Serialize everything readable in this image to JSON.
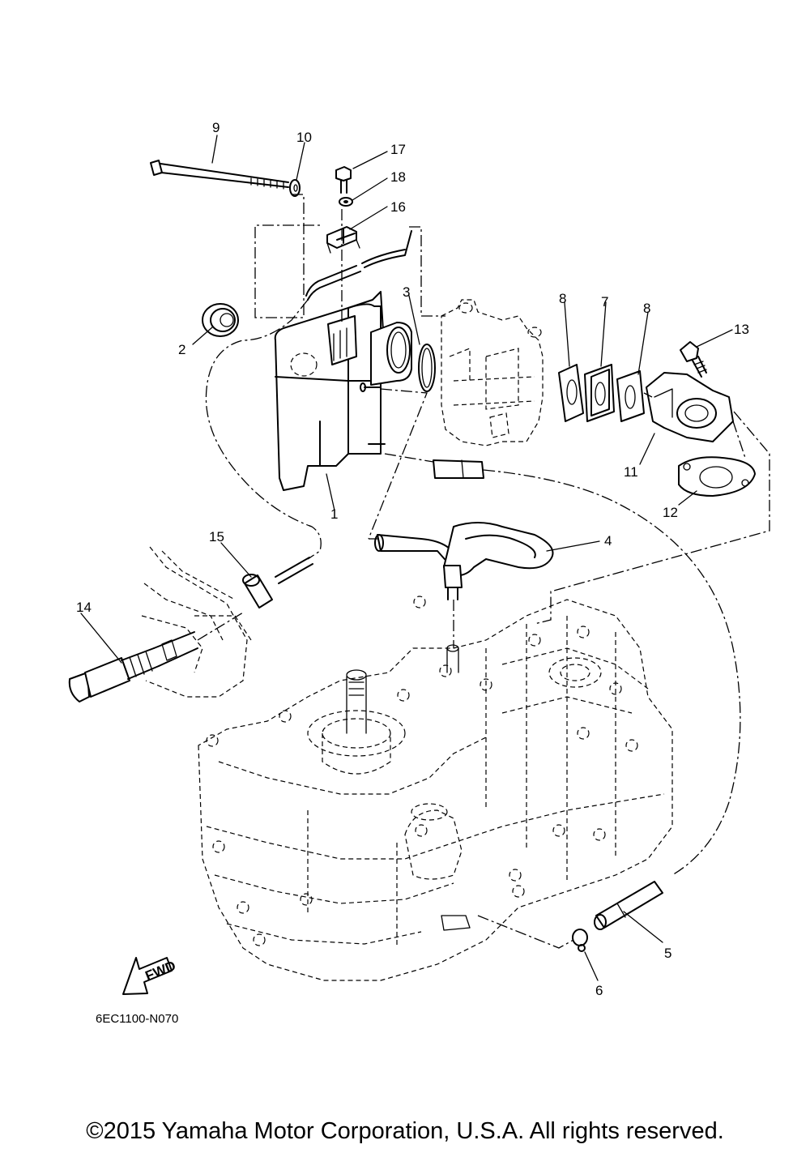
{
  "callouts": [
    "1",
    "2",
    "3",
    "4",
    "5",
    "6",
    "7",
    "8",
    "8",
    "9",
    "10",
    "11",
    "12",
    "13",
    "14",
    "15",
    "16",
    "17",
    "18"
  ],
  "fwd_label": "FWD",
  "diagram_code": "6EC1100-N070",
  "copyright": "©2015 Yamaha Motor Corporation, U.S.A. All rights reserved."
}
